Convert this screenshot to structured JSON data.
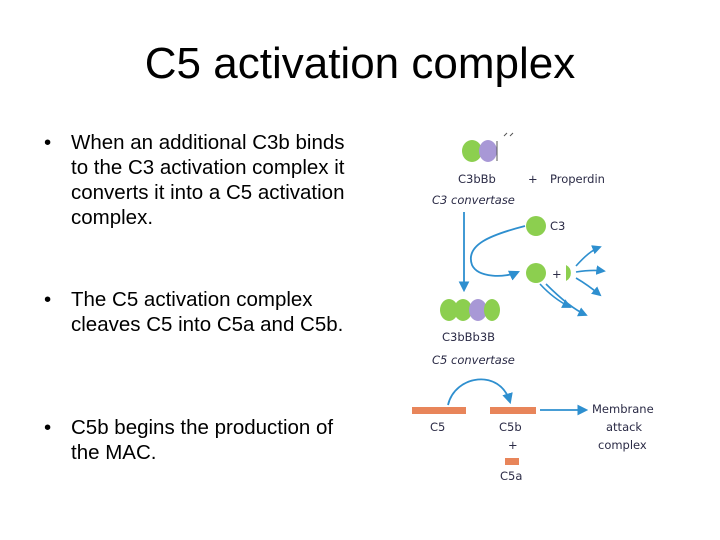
{
  "slide": {
    "title": "C5 activation complex",
    "bullets": [
      "When an additional C3b binds to the C3 activation complex it converts it into a C5 activation complex.",
      "The C5 activation complex cleaves C5 into C5a and C5b.",
      "C5b begins the production of the MAC."
    ],
    "bullet_symbol": "•"
  },
  "diagram": {
    "labels": {
      "c3bbb": "C3bBb",
      "plus_properdin": "+",
      "properdin": "Properdin",
      "c3_convertase": "C3 convertase",
      "c3": "C3",
      "plus_c3": "+",
      "c3bbb3b": "C3bBb3B",
      "c5_convertase": "C5 convertase",
      "c5": "C5",
      "c5b": "C5b",
      "plus_c5": "+",
      "c5a": "C5a",
      "mac_line1": "Membrane",
      "mac_line2": "attack",
      "mac_line3": "complex"
    },
    "colors": {
      "green": "#8ccf4f",
      "purple": "#a898d6",
      "arrow": "#2e8fcf",
      "orange": "#e8855a",
      "label": "#2b2b46"
    }
  }
}
